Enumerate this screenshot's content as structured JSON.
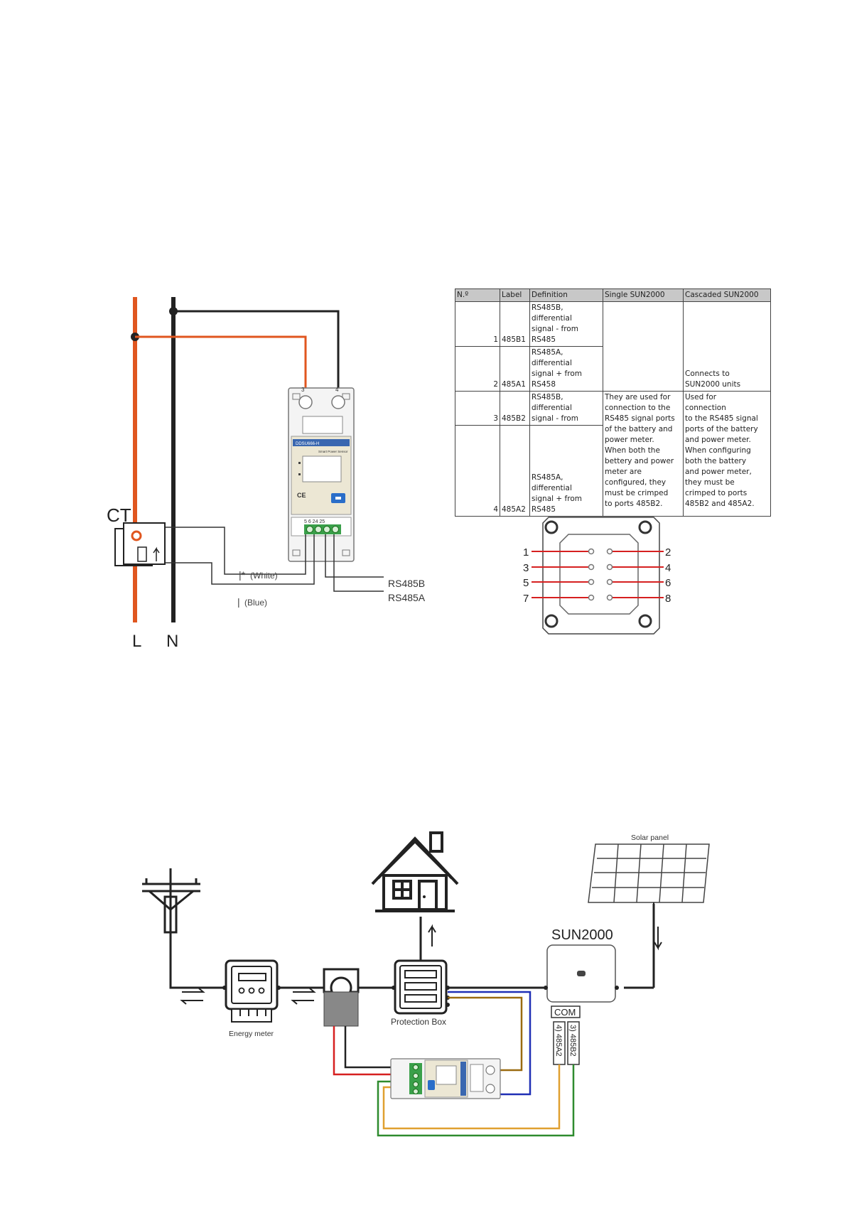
{
  "wiring": {
    "ct_label": "CT",
    "line_labels": [
      "L",
      "N"
    ],
    "meter_terminals_top": [
      "3",
      "4"
    ],
    "meter_terminals_bottom": "5  6  24 25",
    "wire_white": "(White)",
    "wire_blue": "(Blue)",
    "rs485b": "RS485B",
    "rs485a": "RS485A",
    "meter_model": "DDSU666-H",
    "meter_subtitle": "Smart Power Sensor"
  },
  "pin_table": {
    "headers": [
      "N.º",
      "Label",
      "Definition",
      "Single SUN2000",
      "Cascaded SUN2000"
    ],
    "rows": [
      {
        "no": "1",
        "label": "485B1",
        "definition": "RS485B,\ndifferential\nsignal - from\nRS485"
      },
      {
        "no": "2",
        "label": "485A1",
        "definition": "RS485A,\ndifferential\nsignal + from\nRS458"
      },
      {
        "no": "3",
        "label": "485B2",
        "definition": "RS485B,\ndifferential\nsignal - from"
      },
      {
        "no": "4",
        "label": "485A2",
        "definition": "RS485A,\ndifferential\nsignal + from\nRS485"
      }
    ],
    "single_note": "They are used for\nconnection to the\nRS485 signal ports\nof the battery and\npower meter.\nWhen both the\nbettery and power\nmeter are\nconfigured, they\nmust be crimped\nto ports 485B2.",
    "cascaded_note_top": "Connects to\nSUN2000 units",
    "cascaded_note_bottom": "Used for\nconnection\n to the RS485 signal\nports of the battery\nand power meter.\nWhen configuring\nboth the battery\nand power meter,\nthey must be\ncrimped to ports\n485B2 and 485A2."
  },
  "connector": {
    "pins_left": [
      "1",
      "3",
      "5",
      "7"
    ],
    "pins_right": [
      "2",
      "4",
      "6",
      "8"
    ]
  },
  "system": {
    "solar_panel": "Solar panel",
    "inverter": "SUN2000",
    "com": "COM",
    "port_a": "4) 485A2",
    "port_b": "3) 485B2",
    "energy_meter": "Energy meter",
    "protection_box": "Protection Box"
  },
  "colors": {
    "phase_orange": "#e0561f",
    "neutral_black": "#222222",
    "wire_red": "#d62020",
    "wire_blue": "#1f2fb5",
    "wire_brown": "#9a6a10",
    "wire_yellow": "#e0a030",
    "wire_green": "#2e8b2e",
    "table_header": "#c8c8c8"
  }
}
